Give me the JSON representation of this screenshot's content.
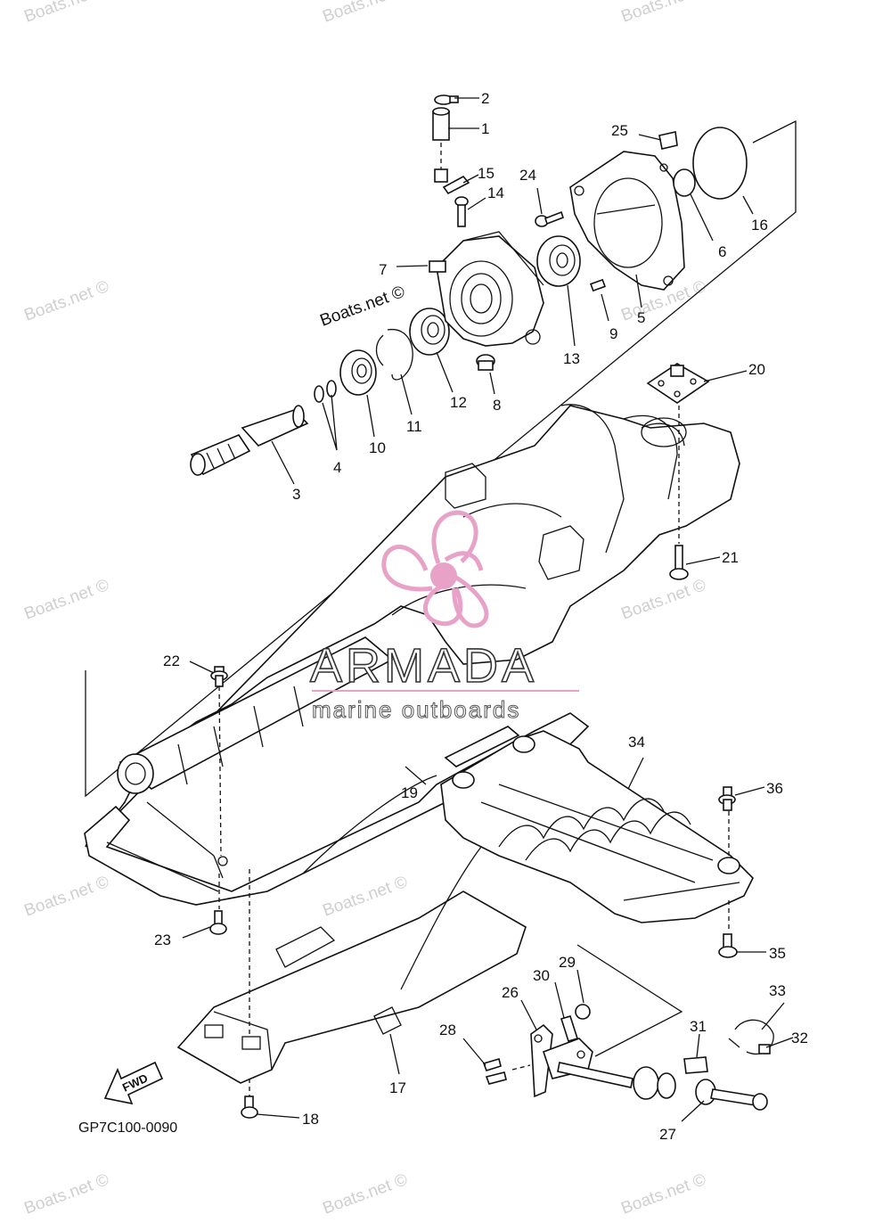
{
  "diagram": {
    "code": "GP7C100-0090",
    "fwd_label": "FWD",
    "labels": [
      "1",
      "2",
      "3",
      "4",
      "5",
      "6",
      "7",
      "8",
      "9",
      "10",
      "11",
      "12",
      "13",
      "14",
      "15",
      "16",
      "17",
      "18",
      "19",
      "20",
      "21",
      "22",
      "23",
      "24",
      "25",
      "26",
      "27",
      "28",
      "29",
      "30",
      "31",
      "32",
      "33",
      "34",
      "35",
      "36"
    ]
  },
  "logo": {
    "name": "ARMADA",
    "tagline": "marine outboards",
    "accent_color": "#e8a2c8"
  },
  "watermark": {
    "text": "Boats.net ©",
    "color": "#cfcfcf"
  }
}
